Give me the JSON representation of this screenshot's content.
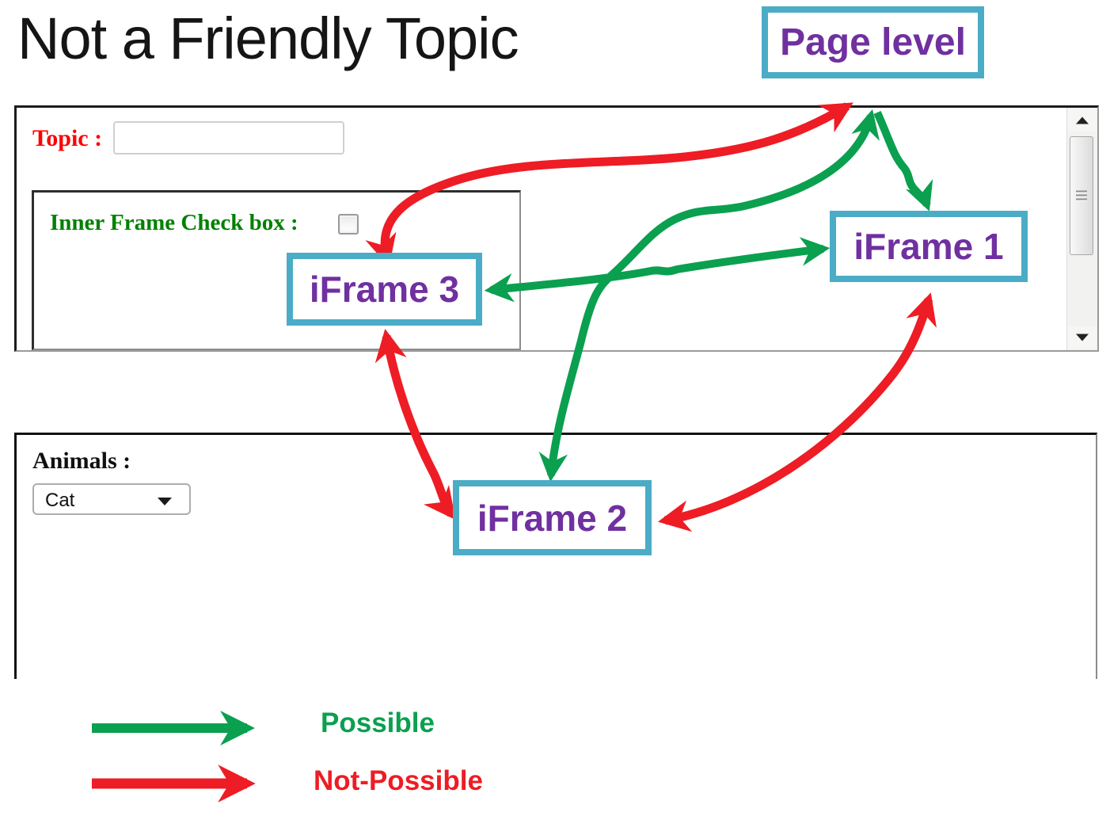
{
  "page": {
    "title": "Not a Friendly Topic"
  },
  "colors": {
    "teal_border": "#4bacc6",
    "purple_text": "#7030a0",
    "green": "#0aa04f",
    "red": "#ee1c24",
    "label_red": "#ff0000",
    "label_green": "#008000"
  },
  "frame1": {
    "topic_label": "Topic :",
    "topic_value": "",
    "topic_placeholder": "",
    "inner_frame": {
      "checkbox_label": "Inner Frame Check box :",
      "checkbox_checked": false
    },
    "scrollbar": {
      "up_icon": "triangle-up",
      "down_icon": "triangle-down",
      "grip_icon": "grip-lines"
    }
  },
  "frame2": {
    "animals_label": "Animals :",
    "animals_value": "Cat",
    "dropdown_icon": "triangle-down"
  },
  "nodes": {
    "page_level": "Page level",
    "iframe1": "iFrame 1",
    "iframe2": "iFrame 2",
    "iframe3": "iFrame 3"
  },
  "edges": [
    {
      "from": "iFrame 3",
      "to": "Page level",
      "relation": "not-possible",
      "bidirectional": true
    },
    {
      "from": "iFrame 2",
      "to": "Page level",
      "relation": "possible",
      "bidirectional": true
    },
    {
      "from": "Page level",
      "to": "iFrame 1",
      "relation": "possible",
      "bidirectional": false
    },
    {
      "from": "iFrame 3",
      "to": "iFrame 1",
      "relation": "possible",
      "bidirectional": true
    },
    {
      "from": "iFrame 3",
      "to": "iFrame 2",
      "relation": "not-possible",
      "bidirectional": true
    },
    {
      "from": "iFrame 2",
      "to": "iFrame 1",
      "relation": "not-possible",
      "bidirectional": true
    }
  ],
  "legend": {
    "possible_label": "Possible",
    "not_possible_label": "Not-Possible"
  }
}
